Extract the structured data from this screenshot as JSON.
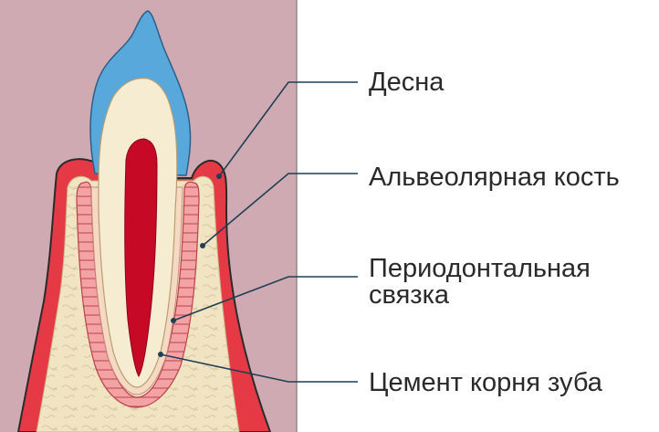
{
  "labels": {
    "gum": "Десна",
    "alveolar_bone": "Альвеолярная кость",
    "periodontal_ligament_line1": "Периодонтальная",
    "periodontal_ligament_line2": "связка",
    "root_cement": "Цемент корня зуба"
  },
  "colors": {
    "background_panel": "#cfaab2",
    "gum": "#e53a45",
    "gum_outline": "#2b2b2b",
    "bone": "#f1e4c2",
    "ligament": "#f3a3a3",
    "cement": "#f6d9c2",
    "dentin": "#f5ecd2",
    "enamel": "#58a8dc",
    "pulp": "#c60a26",
    "leader_line": "#1f3f55",
    "label_text": "#2a2a2a"
  }
}
